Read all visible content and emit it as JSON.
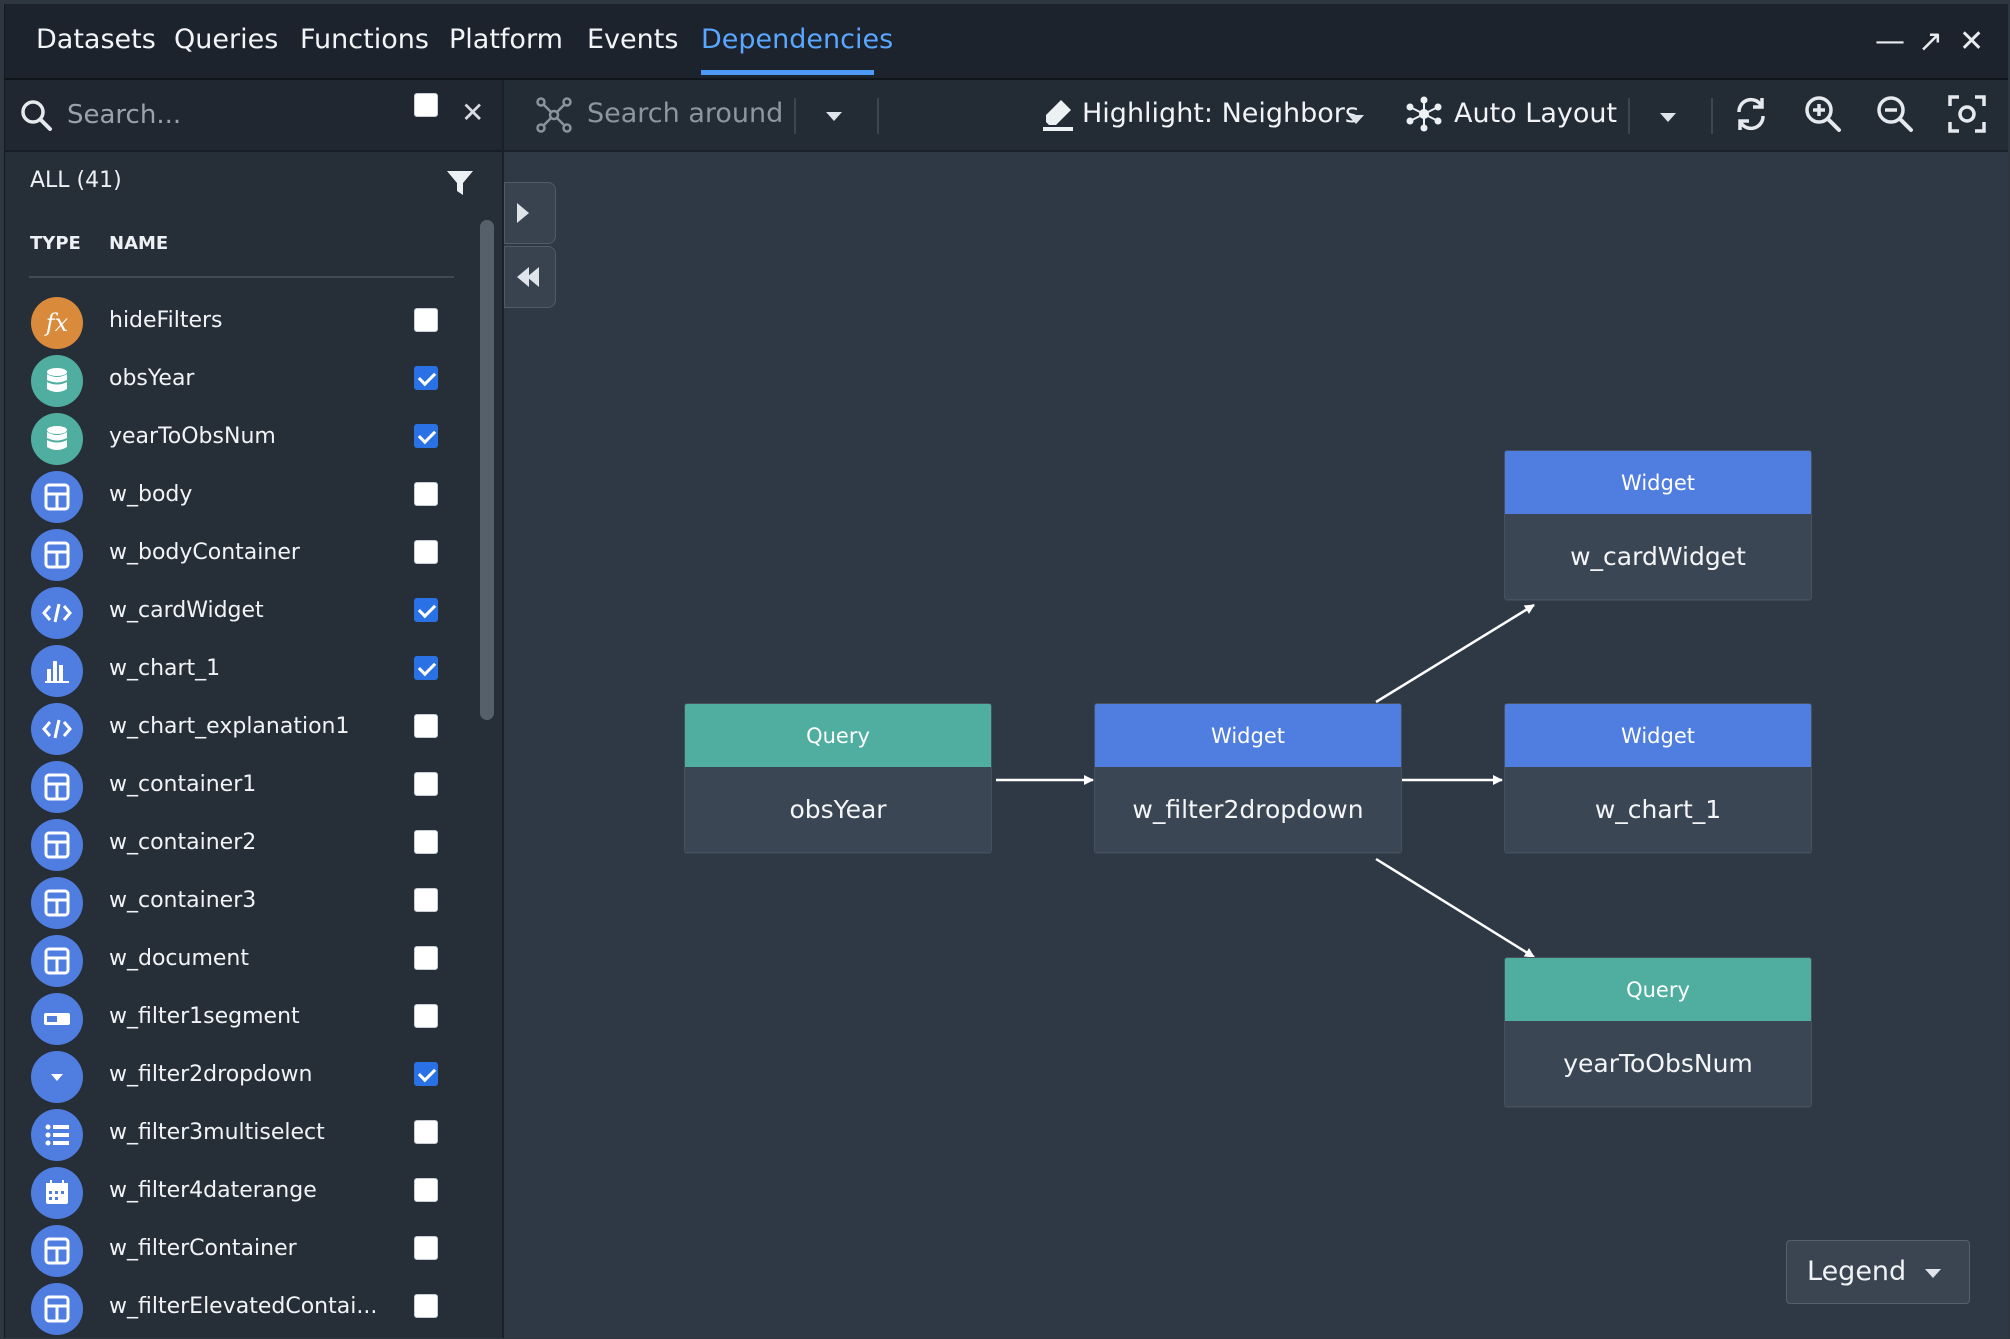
{
  "tabs": [
    "Datasets",
    "Queries",
    "Functions",
    "Platform",
    "Events",
    "Dependencies"
  ],
  "active_tab": "Dependencies",
  "window_controls": {
    "minimize": "—",
    "expand": "↗",
    "close": "✕"
  },
  "sidebar": {
    "search_placeholder": "Search...",
    "clear_glyph": "✕",
    "all_label": "ALL (41)",
    "col_type": "TYPE",
    "col_name": "NAME",
    "items": [
      {
        "name": "hideFilters",
        "icon": "function-icon",
        "color": "#d98a3a",
        "checked": false
      },
      {
        "name": "obsYear",
        "icon": "query-database-icon",
        "color": "#4faea0",
        "checked": true
      },
      {
        "name": "yearToObsNum",
        "icon": "query-database-icon",
        "color": "#4faea0",
        "checked": true
      },
      {
        "name": "w_body",
        "icon": "container-icon",
        "color": "#4f7de0",
        "checked": false
      },
      {
        "name": "w_bodyContainer",
        "icon": "container-icon",
        "color": "#4f7de0",
        "checked": false
      },
      {
        "name": "w_cardWidget",
        "icon": "code-icon",
        "color": "#4f7de0",
        "checked": true
      },
      {
        "name": "w_chart_1",
        "icon": "bar-chart-icon",
        "color": "#4f7de0",
        "checked": true
      },
      {
        "name": "w_chart_explanation1",
        "icon": "code-icon",
        "color": "#4f7de0",
        "checked": false
      },
      {
        "name": "w_container1",
        "icon": "container-icon",
        "color": "#4f7de0",
        "checked": false
      },
      {
        "name": "w_container2",
        "icon": "container-icon",
        "color": "#4f7de0",
        "checked": false
      },
      {
        "name": "w_container3",
        "icon": "container-icon",
        "color": "#4f7de0",
        "checked": false
      },
      {
        "name": "w_document",
        "icon": "container-icon",
        "color": "#4f7de0",
        "checked": false
      },
      {
        "name": "w_filter1segment",
        "icon": "segment-icon",
        "color": "#4f7de0",
        "checked": false
      },
      {
        "name": "w_filter2dropdown",
        "icon": "dropdown-icon",
        "color": "#4f7de0",
        "checked": true
      },
      {
        "name": "w_filter3multiselect",
        "icon": "multiselect-icon",
        "color": "#4f7de0",
        "checked": false
      },
      {
        "name": "w_filter4daterange",
        "icon": "calendar-icon",
        "color": "#4f7de0",
        "checked": false
      },
      {
        "name": "w_filterContainer",
        "icon": "container-icon",
        "color": "#4f7de0",
        "checked": false
      },
      {
        "name": "w_filterElevatedContai...",
        "icon": "container-icon",
        "color": "#4f7de0",
        "checked": false
      }
    ]
  },
  "toolbar": {
    "search_around": "Search around",
    "highlight": "Highlight: Neighbors",
    "auto_layout": "Auto Layout"
  },
  "graph": {
    "nodes": [
      {
        "id": "obsYear",
        "type": "Query",
        "label": "obsYear"
      },
      {
        "id": "w_filter2dropdown",
        "type": "Widget",
        "label": "w_filter2dropdown"
      },
      {
        "id": "w_cardWidget",
        "type": "Widget",
        "label": "w_cardWidget"
      },
      {
        "id": "w_chart_1",
        "type": "Widget",
        "label": "w_chart_1"
      },
      {
        "id": "yearToObsNum",
        "type": "Query",
        "label": "yearToObsNum"
      }
    ],
    "edges": [
      [
        "obsYear",
        "w_filter2dropdown"
      ],
      [
        "w_filter2dropdown",
        "w_cardWidget"
      ],
      [
        "w_filter2dropdown",
        "w_chart_1"
      ],
      [
        "w_filter2dropdown",
        "yearToObsNum"
      ]
    ],
    "colors": {
      "query": "#4faea0",
      "widget": "#4f7de0"
    }
  },
  "legend": {
    "label": "Legend"
  }
}
